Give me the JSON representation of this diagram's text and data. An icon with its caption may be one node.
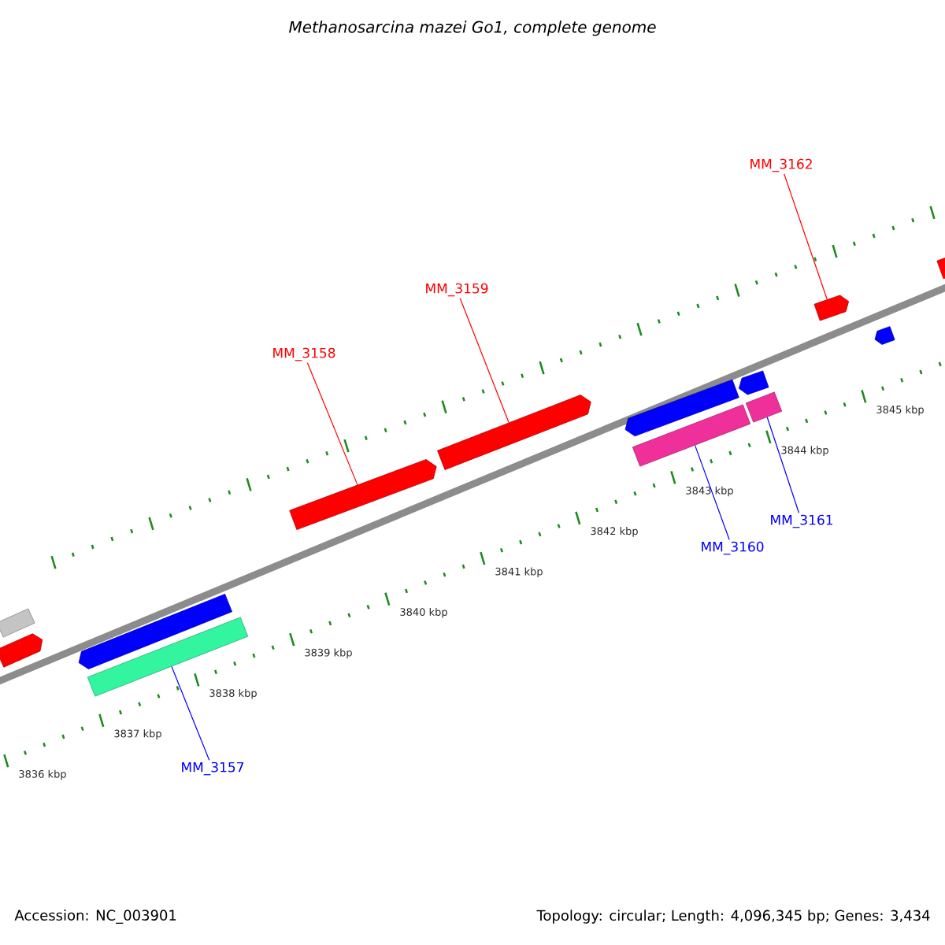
{
  "diagram": {
    "title": "Methanosarcina mazei Go1, complete genome",
    "nodes": [
      {
        "text": [
          "MM_3162"
        ]
      },
      {
        "text": [
          "MM_3159"
        ]
      },
      {
        "text": [
          "MM_3158"
        ]
      },
      {
        "text": [
          "MM_3157"
        ]
      },
      {
        "text": [
          "MM_3160"
        ]
      },
      {
        "text": [
          "MM_3161"
        ]
      },
      {
        "text": [],
        "shape": "bar"
      },
      {
        "text": [],
        "shape": "bar"
      },
      {
        "text": [],
        "shape": "bar"
      },
      {
        "text": [],
        "shape": "bar"
      },
      {
        "text": [],
        "shape": "bar"
      },
      {
        "text": [],
        "shape": "bar"
      },
      {
        "text": [],
        "shape": "bar"
      },
      {
        "text": [],
        "shape": "bar"
      },
      {
        "text": [],
        "shape": "bar"
      },
      {
        "text": [],
        "shape": "bar"
      },
      {
        "text": [],
        "shape": "bar"
      },
      {
        "text": [],
        "shape": "bar"
      },
      {
        "text": [],
        "shape": "bar"
      }
    ],
    "edges": [
      {
        "from": 0,
        "to": 16,
        "arrow": "none"
      },
      {
        "from": 1,
        "to": 11,
        "arrow": "none"
      },
      {
        "from": 2,
        "to": 10,
        "arrow": "none"
      },
      {
        "from": 3,
        "to": 9,
        "arrow": "none",
        "color": "#0000ff"
      },
      {
        "from": 4,
        "to": 13,
        "arrow": "none",
        "color": "#0000ff"
      },
      {
        "from": 5,
        "to": 15,
        "arrow": "none",
        "color": "#0000ff"
      }
    ],
    "labels": [
      "3836 kbp",
      "3837 kbp",
      "3838 kbp",
      "3839 kbp",
      "3840 kbp",
      "3841 kbp",
      "3842 kbp",
      "3843 kbp",
      "3844 kbp",
      "3845 kbp",
      "Accession: NC_003901",
      "Topology: circular; Length: 4,096,345 bp; Genes: 3,434"
    ]
  }
}
